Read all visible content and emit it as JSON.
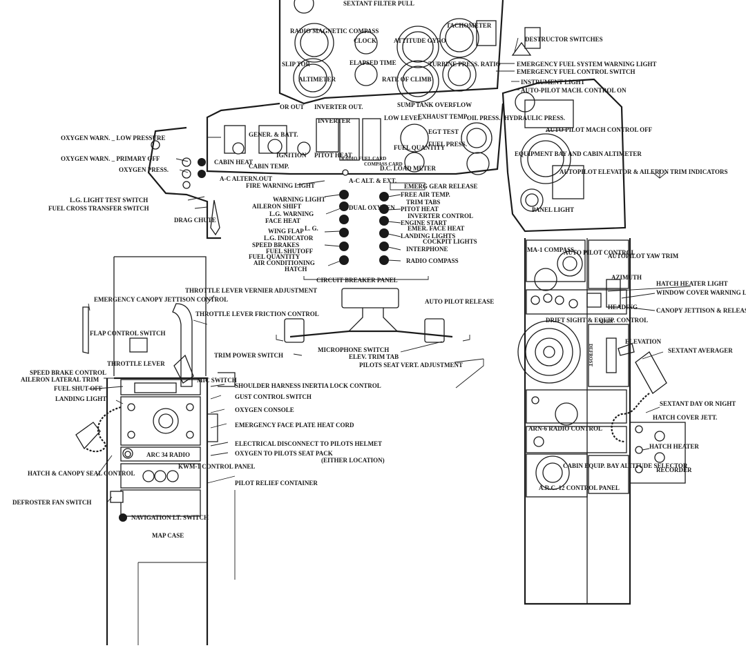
{
  "labels": {
    "sextant_filter_pull": "SEXTANT FILTER PULL",
    "radio_magnetic_compass": "RADIO MAGNETIC COMPASS",
    "clock": "CLOCK",
    "attitude_gyro": "ATTITUDE GYRO",
    "tachometer": "TACHOMETER",
    "destructor_switches": "DESTRUCTOR SWITCHES",
    "slip_indicator": "SLIP TOR",
    "elapsed_time": "ELAPSED TIME",
    "turbine_press_ratio": "TURBINE PRESS. RATIO",
    "altimeter": "ALTIMETER",
    "rate_of_climb": "RATE OF CLIMB",
    "emergency_fuel_system_warning_light": "EMERGENCY FUEL SYSTEM WARNING LIGHT",
    "emergency_fuel_control_switch": "EMERGENCY FUEL CONTROL SWITCH",
    "instrument_light": "INSTRUMENT LIGHT",
    "autopilot_mach_control_on": "AUTO-PILOT MACH. CONTROL ON",
    "inverter_out": "INVERTER OUT.",
    "generator_out": "OR OUT",
    "sump_tank_overflow": "SUMP TANK OVERFLOW",
    "low_level": "LOW LEVEL",
    "exhaust_temp": "EXHAUST TEMP.",
    "oil_press": "OIL PRESS.",
    "hydraulic_press": "HYDRAULIC PRESS.",
    "autopilot_mach_control_off": "AUTO PILOT MACH CONTROL OFF",
    "oxygen_warn_low_pressure": "OXYGEN WARN. _ LOW PRESSURE",
    "gener_batt": "GENER. & BATT.",
    "inverter": "INVERTER",
    "radio_fuel_card": "RADIO FUEL CARD",
    "compass_card": "COMPASS CARD",
    "fuel_quantity_gauge": "FUEL QUANTITY",
    "egt_test": "EGT TEST",
    "fuel_press": "FUEL PRESS.",
    "equipment_bay_cabin_altimeter": "EQUIPMENT BAY AND CABIN ALTIMETER",
    "oxygen_warn_primary_off": "OXYGEN WARN. _ PRIMARY OFF",
    "oxygen_press": "OXYGEN PRESS.",
    "cabin_heat": "CABIN HEAT",
    "cabin_temp": "CABIN TEMP.",
    "ignition": "IGNITION",
    "pitot_heat_top": "PITOT HEAT",
    "dc_load_meter": "D.C. LOAD METER",
    "autopilot_elevator_aileron_trim": "AUTOPILOT ELEVATOR & AILERON TRIM INDICATORS",
    "ac_altern_out": "A-C ALTERN.OUT",
    "fire_warning_light": "FIRE WARNING LIGHT",
    "ac_alt_ext": "A-C ALT. & EXT.",
    "emerg_gear_release": "EMERG GEAR RELEASE",
    "free_air_temp": "FREE AIR TEMP.",
    "lg_light_test_switch": "L.G. LIGHT TEST SWITCH",
    "fuel_cross_transfer_switch": "FUEL CROSS TRANSFER SWITCH",
    "warning_light": "WARNING LIGHT",
    "trim_tabs": "TRIM TABS",
    "aileron_shift": "AILERON SHIFT",
    "dual_oxygen": "DUAL OXYGEN",
    "pitot_heat": "PITOT HEAT",
    "lg_warning": "L.G. WARNING",
    "inverter_control": "INVERTER CONTROL",
    "face_heat": "FACE HEAT",
    "engine_start": "ENGINE START",
    "lg": "L. G.",
    "emer_face_heat": "EMER. FACE HEAT",
    "drag_chute": "DRAG CHUTE",
    "panel_light": "PANEL LIGHT",
    "wing_flap": "WING FLAP",
    "landing_lights": "LANDING LIGHTS",
    "lg_indicator": "L.G. INDICATOR",
    "cockpit_lights": "COCKPIT LIGHTS",
    "speed_brakes": "SPEED BRAKES",
    "interphone": "INTERPHONE",
    "fuel_shutoff": "FUEL SHUTOFF",
    "ma1_compass": "MA-1 COMPASS",
    "auto_pilot_control": "AUTO PILOT CONTROL",
    "fuel_quantity_cb": "FUEL QUANTITY",
    "autopilot_yaw_trim": "AUTOPILOT YAW TRIM",
    "radio_compass": "RADIO COMPASS",
    "air_conditioning": "AIR CONDITIONING",
    "hatch_cb": "HATCH",
    "azimuth": "AZIMUTH",
    "circuit_breaker_panel": "CIRCUIT BREAKER PANEL",
    "hatch_heater_light": "HATCH HEATER LIGHT",
    "throttle_lever_vernier": "THROTTLE LEVER VERNIER ADJUSTMENT",
    "window_cover_warning_light": "WINDOW COVER WARNING LIGHT",
    "emergency_canopy_jettison": "EMERGENCY CANOPY JETTISON CONTROL",
    "heading": "HEADING",
    "auto_pilot_release": "AUTO PILOT RELEASE",
    "canopy_jettison_release": "CANOPY JETTISON & RELEASE CONTROL",
    "throttle_lever_friction": "THROTTLE LEVER FRICTION CONTROL",
    "drift_sight": "DRIFT SIGHT & EQUIP. CONTROL",
    "flap_control_switch": "FLAP CONTROL SWITCH",
    "elevation": "ELEVATION",
    "microphone_switch": "MICROPHONE SWITCH",
    "sextant_averager": "SEXTANT AVERAGER",
    "trim_power_switch": "TRIM POWER SWITCH",
    "elev_trim_tab": "ELEV. TRIM TAB",
    "throttle_lever": "THROTTLE LEVER",
    "pilots_seat_vert_adjustment": "PILOTS SEAT VERT. ADJUSTMENT",
    "speed_brake_control": "SPEED BRAKE CONTROL",
    "aileron_lateral_trim": "AILERON LATERAL TRIM",
    "mic_switch": "MIC SWITCH",
    "fuel_shut_off": "FUEL SHUT-OFF",
    "shoulder_harness": "SHOULDER HARNESS INERTIA LOCK CONTROL",
    "landing_light": "LANDING LIGHT",
    "gust_control_switch": "GUST CONTROL SWITCH",
    "oxygen_console": "OXYGEN CONSOLE",
    "sextant_day_night": "SEXTANT DAY OR NIGHT",
    "hatch_cover_jett": "HATCH COVER JETT.",
    "emergency_face_plate_heat_cord": "EMERGENCY FACE PLATE HEAT CORD",
    "arn6_radio_control": "ARN-6 RADIO CONTROL",
    "hatch_heater": "HATCH HEATER",
    "electrical_disconnect": "ELECTRICAL DISCONNECT TO PILOTS HELMET",
    "arc34_radio": "ARC 34 RADIO",
    "oxygen_to_seat_pack": "OXYGEN TO PILOTS SEAT PACK",
    "either_location": "(EITHER LOCATION)",
    "hatch_canopy_seal_control": "HATCH & CANOPY SEAL CONTROL",
    "kwm1_control_panel": "KWM-1 CONTROL PANEL",
    "cabin_equip_bay_altitude_selector": "CABIN EQUIP. BAY ALTITUDE SELECTOR",
    "recorder": "RECORDER",
    "pilot_relief_container": "PILOT RELIEF CONTAINER",
    "arc12_control_panel": "A.R.C. 12 CONTROL PANEL",
    "defroster_fan_switch": "DEFROSTER FAN SWITCH",
    "navigation_lt_switch": "NAVIGATION LT. SWITCH",
    "map_case": "MAP CASE",
    "defrost": "DEFROST",
    "open": "OPEN"
  }
}
